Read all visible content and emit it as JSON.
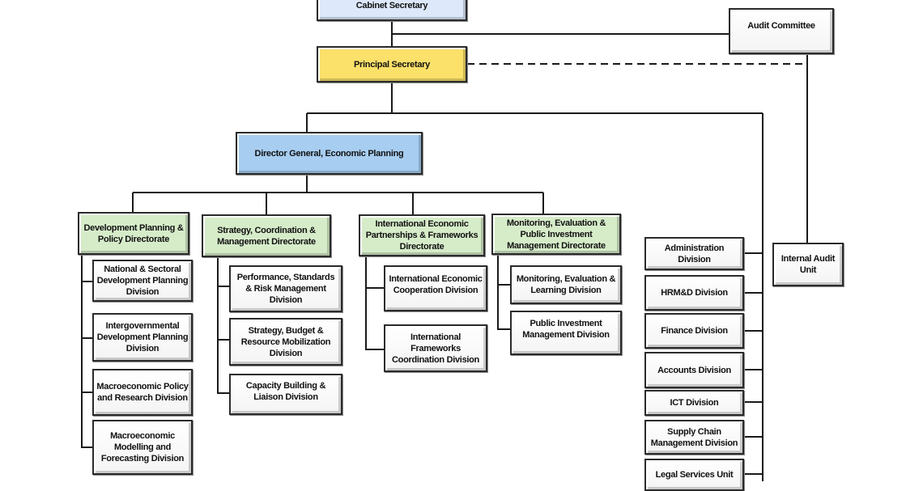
{
  "top": {
    "cabinet_secretary": "Cabinet Secretary",
    "principal_secretary": "Principal Secretary",
    "audit_committee": "Audit Committee",
    "director_general": "Director General, Economic Planning",
    "internal_audit": "Internal Audit Unit"
  },
  "colors": {
    "cabinet": "#dde9fb",
    "principal": "#fbe06a",
    "director_general": "#a7cdf1",
    "directorate": "#d6ecc9",
    "division": "#ffffff",
    "line": "#1a1a1a"
  },
  "directorates": [
    {
      "name": "Development Planning & Policy Directorate",
      "divisions": [
        "National & Sectoral Development Planning Division",
        "Intergovernmental Development Planning Division",
        "Macroeconomic Policy and Research Division",
        "Macroeconomic Modelling and Forecasting Division"
      ]
    },
    {
      "name": "Strategy, Coordination & Management Directorate",
      "divisions": [
        "Performance, Standards & Risk Management Division",
        "Strategy, Budget & Resource Mobilization Division",
        "Capacity Building & Liaison Division"
      ]
    },
    {
      "name": "International Economic Partnerships & Frameworks Directorate",
      "divisions": [
        "International Economic Cooperation Division",
        "International Frameworks Coordination Division"
      ]
    },
    {
      "name": "Monitoring, Evaluation & Public Investment Management Directorate",
      "divisions": [
        "Monitoring, Evaluation & Learning Division",
        "Public Investment Management Division"
      ]
    }
  ],
  "support_units": [
    "Administration Division",
    "HRM&D Division",
    "Finance Division",
    "Accounts Division",
    "ICT Division",
    "Supply Chain Management Division",
    "Legal Services Unit"
  ]
}
